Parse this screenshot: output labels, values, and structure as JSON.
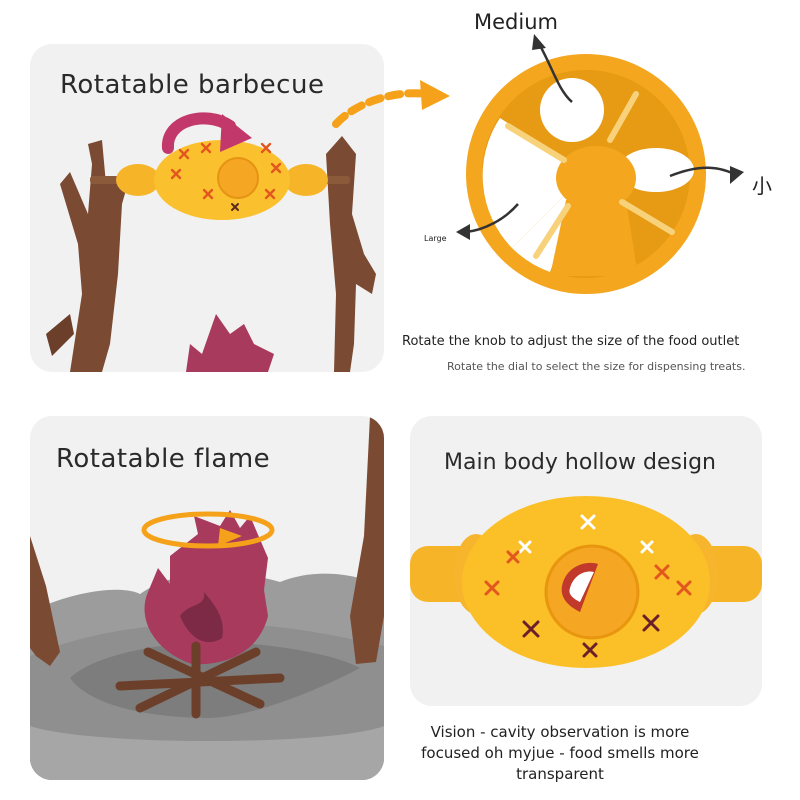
{
  "panels": {
    "bbq": {
      "title": "Rotatable barbecue"
    },
    "flame": {
      "title": "Rotatable flame"
    },
    "body": {
      "title": "Main body hollow design"
    }
  },
  "dial": {
    "label_medium": "Medium",
    "label_small": "小",
    "label_large": "Large"
  },
  "captions": {
    "knob": "Rotate the knob to adjust the size of the food outlet",
    "dial": "Rotate the dial to select the size for dispensing treats.",
    "vision": "Vision - cavity observation is more focused oh myjue - food smells more transparent"
  },
  "colors": {
    "panel_bg": "#f1f1f1",
    "orange": "#f5a623",
    "yellow": "#fbc02d",
    "brown": "#7b4a32",
    "flame": "#a83a5e",
    "gray_base": "#9c9c9c",
    "arrow_orange": "#f5a21a"
  }
}
